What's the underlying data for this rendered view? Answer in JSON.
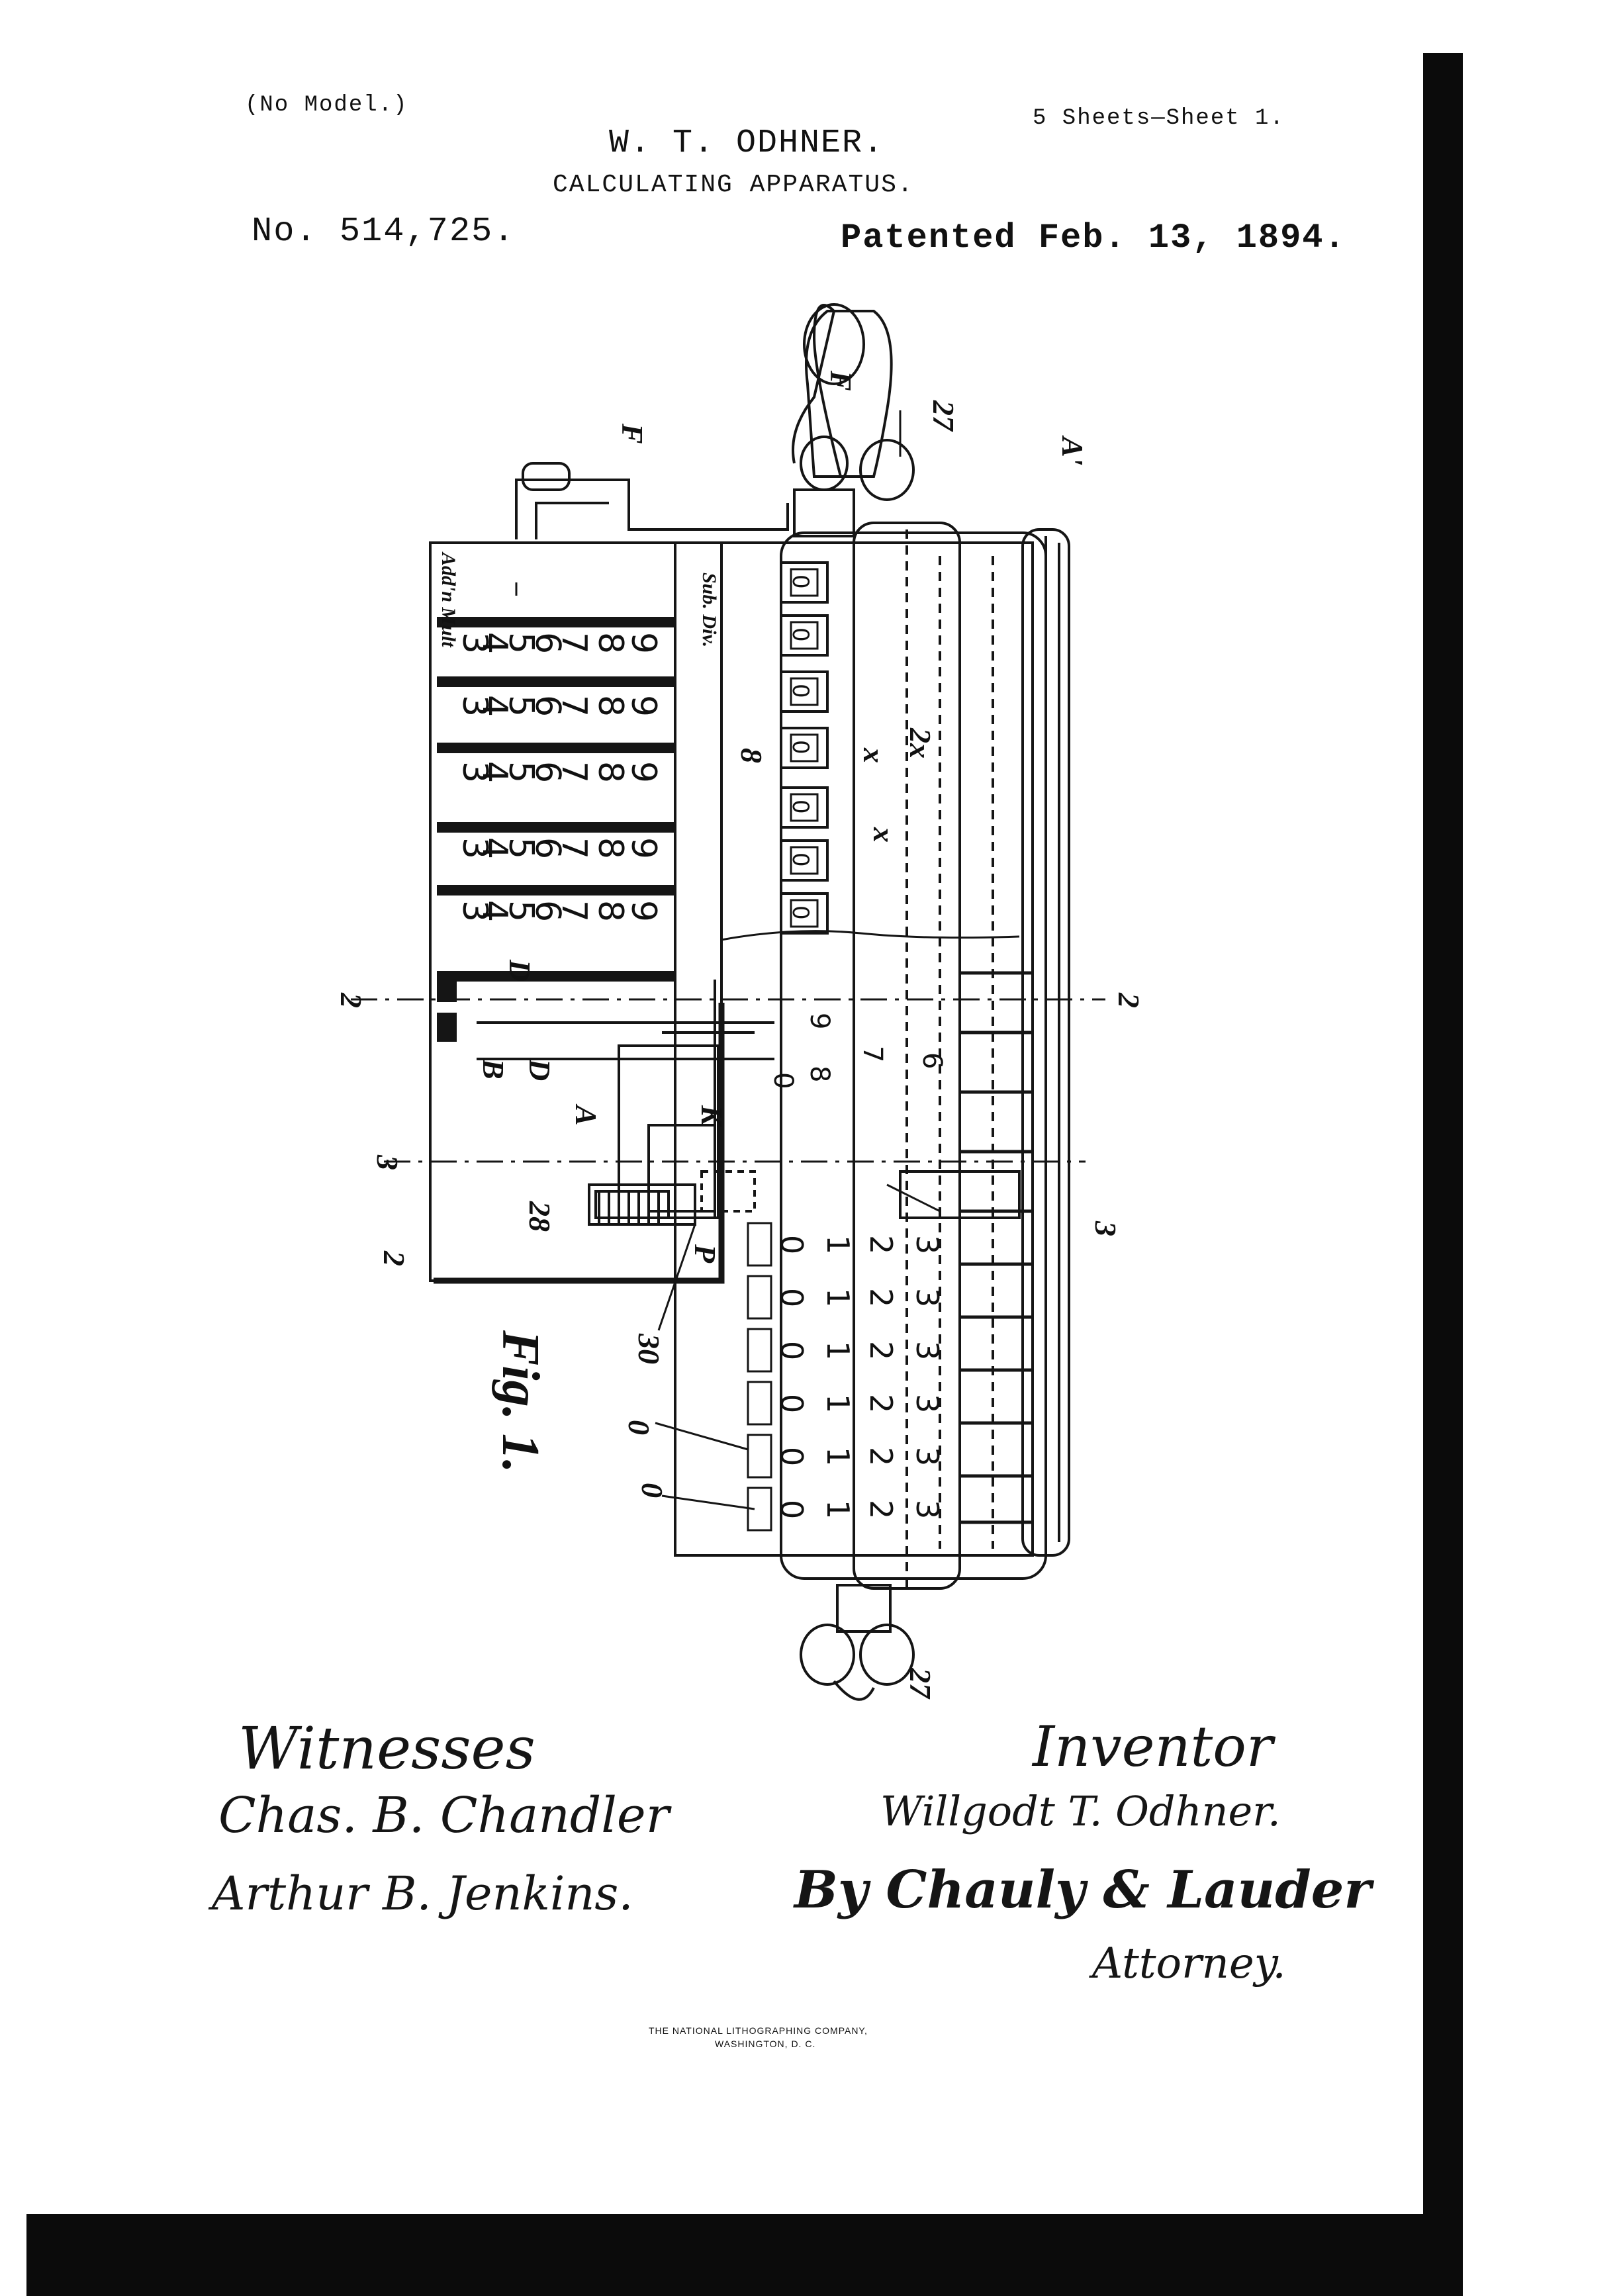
{
  "header": {
    "no_model": "(No Model.)",
    "sheets": "5 Sheets—Sheet 1.",
    "inventor_name": "W. T. ODHNER.",
    "title": "CALCULATING APPARATUS.",
    "patent_number": "No. 514,725.",
    "patent_date": "Patented Feb. 13, 1894."
  },
  "figure": {
    "fig_label": "Fig. 1.",
    "section_marks": [
      "2",
      "2",
      "3",
      "3"
    ],
    "ref_letters": [
      "F",
      "F",
      "A'",
      "B",
      "D",
      "D",
      "A",
      "K",
      "P",
      "8",
      "x",
      "x",
      "2x",
      "27",
      "27",
      "28",
      "30",
      "2",
      "0",
      "0"
    ],
    "slot_labels": {
      "add_mult": "Add'n Mult",
      "sub_div": "Sub. Div."
    },
    "slot_digits": [
      "3",
      "4",
      "5",
      "6",
      "7",
      "8",
      "9"
    ],
    "register_digit": "0",
    "carriage_digits": [
      "0",
      "1",
      "2",
      "3"
    ],
    "upper_wheel_digits": [
      "9",
      "8",
      "7",
      "6",
      "0"
    ]
  },
  "signatures": {
    "witnesses_label": "Witnesses",
    "witness_1": "Chas. B. Chandler",
    "witness_2": "Arthur B. Jenkins.",
    "inventor_label": "Inventor",
    "inventor_signature": "Willgodt T. Odhner.",
    "by_attorney": "By Chauly & Lauder",
    "attorney_label": "Attorney."
  },
  "footer": {
    "lithographer": "THE NATIONAL LITHOGRAPHING COMPANY,",
    "city": "WASHINGTON, D. C."
  }
}
